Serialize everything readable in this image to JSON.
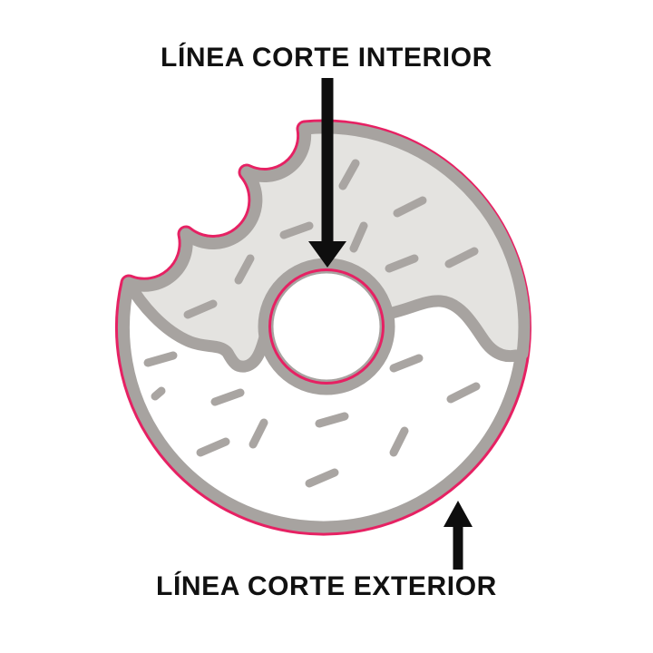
{
  "diagram": {
    "labels": {
      "interior": "LÍNEA CORTE INTERIOR",
      "exterior": "LÍNEA CORTE EXTERIOR"
    },
    "colors": {
      "cut_line_pink": "#e62163",
      "outline_gray": "#a7a3a0",
      "icing_gray": "#e4e3e0",
      "sprinkle_gray": "#a9a5a2",
      "arrow_black": "#0e0e0e",
      "text_black": "#111111",
      "background": "#ffffff"
    },
    "icons": [
      "down-arrow-icon",
      "up-arrow-icon"
    ],
    "sprinkles_icing": [
      [
        378,
        205,
        392,
        180
      ],
      [
        438,
        235,
        466,
        221
      ],
      [
        390,
        274,
        401,
        249
      ],
      [
        313,
        259,
        341,
        249
      ],
      [
        429,
        296,
        457,
        285
      ],
      [
        495,
        291,
        523,
        277
      ],
      [
        263,
        309,
        276,
        285
      ],
      [
        207,
        347,
        235,
        335
      ]
    ],
    "sprinkles_base": [
      [
        163,
        400,
        191,
        392
      ],
      [
        171,
        437,
        178,
        431
      ],
      [
        237,
        443,
        265,
        433
      ],
      [
        279,
        490,
        291,
        466
      ],
      [
        221,
        499,
        249,
        487
      ],
      [
        341,
        533,
        369,
        521
      ],
      [
        352,
        467,
        380,
        459
      ],
      [
        434,
        406,
        462,
        395
      ],
      [
        497,
        440,
        525,
        426
      ],
      [
        434,
        499,
        446,
        475
      ]
    ]
  }
}
